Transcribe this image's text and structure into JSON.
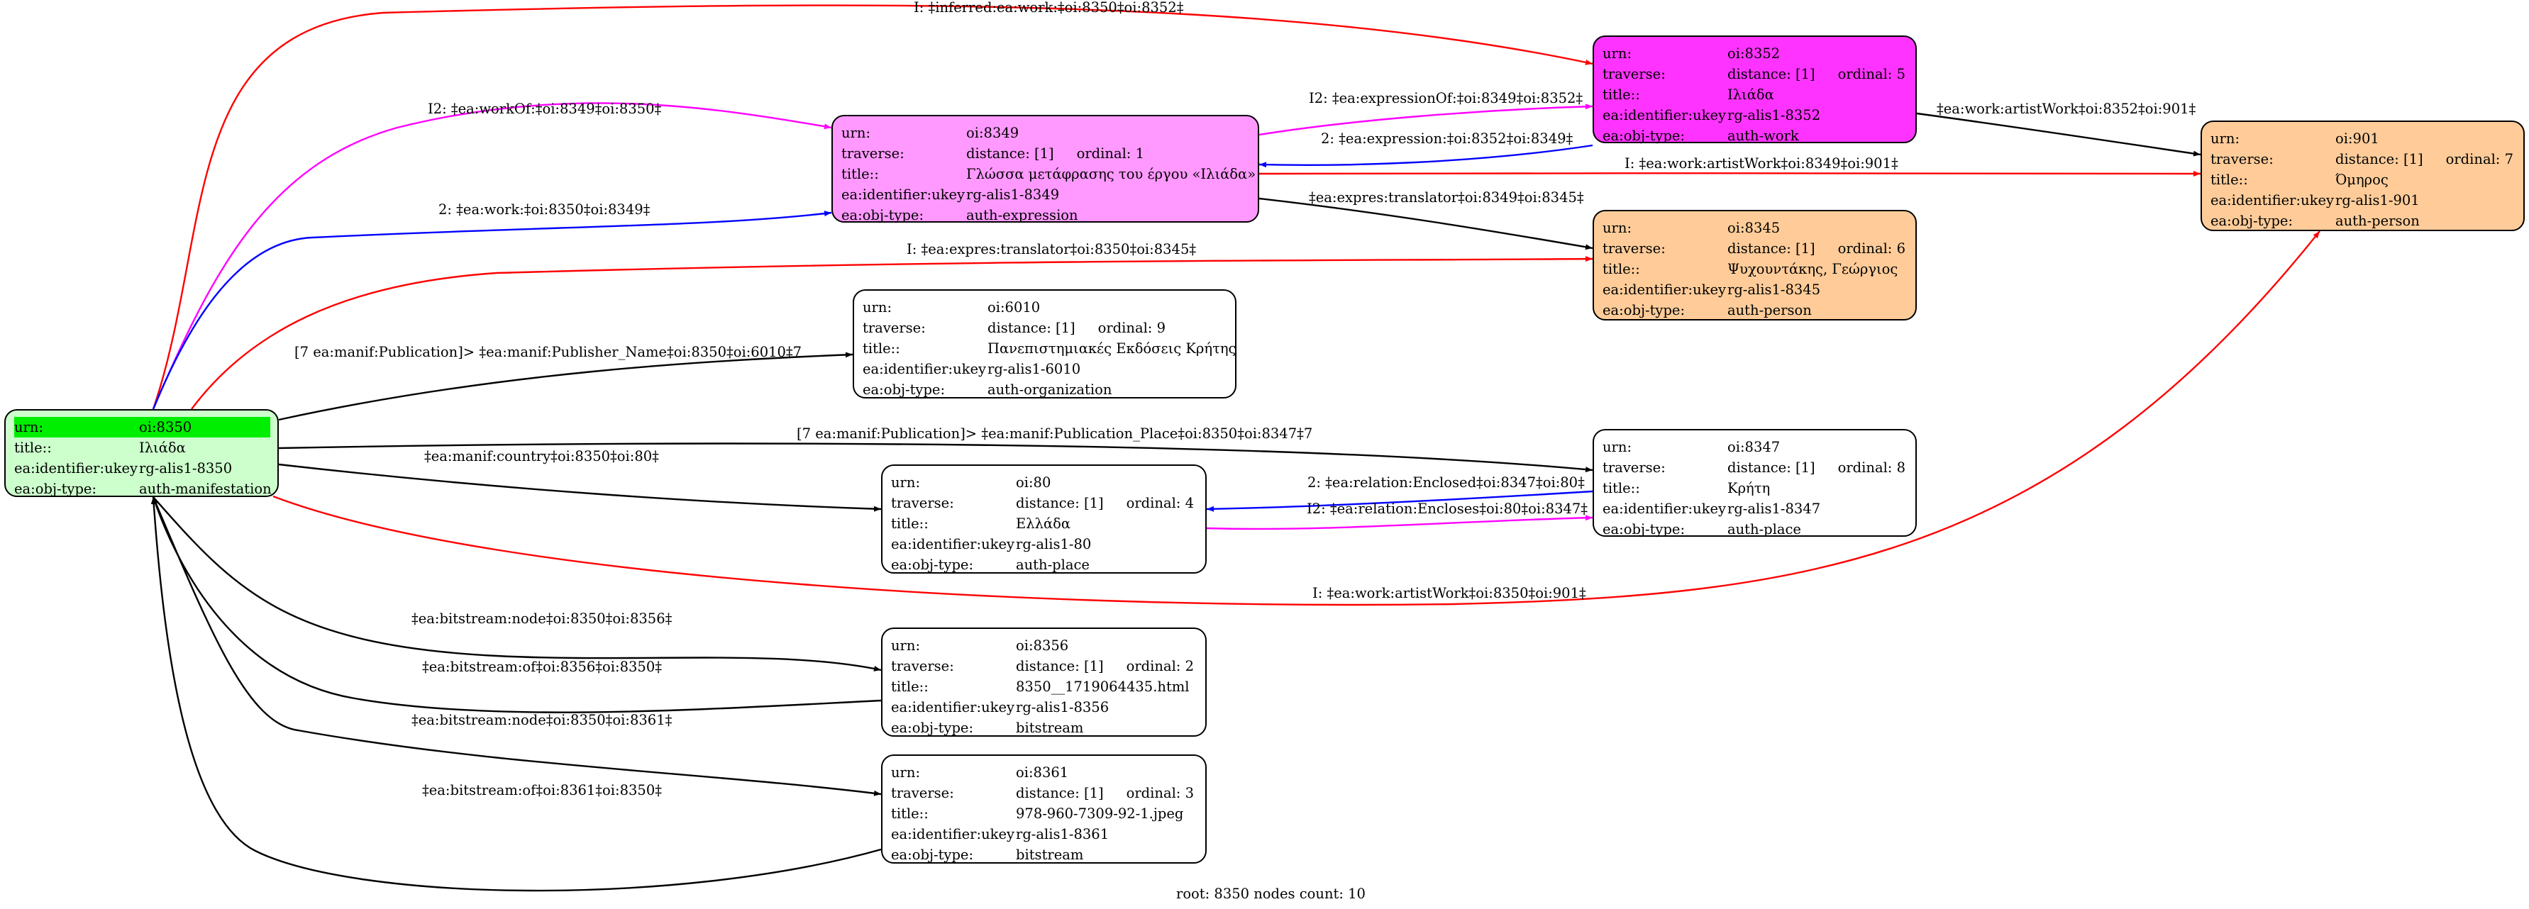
{
  "nodes": {
    "n8350": {
      "color": "#ccffcc",
      "rows": [
        [
          "urn:",
          "oi:8350"
        ],
        [
          "title::",
          "Ιλιάδα"
        ],
        [
          "ea:identifier:ukey",
          "rg-alis1-8350"
        ],
        [
          "ea:obj-type:",
          "auth-manifestation"
        ]
      ]
    },
    "n8349": {
      "color": "#ff99ff",
      "rows": [
        [
          "urn:",
          "oi:8349"
        ],
        [
          "traverse:",
          "distance: [1]",
          "ordinal: 1"
        ],
        [
          "title::",
          "Γλώσσα μετάφρασης του έργου «Ιλιάδα»"
        ],
        [
          "ea:identifier:ukey",
          "rg-alis1-8349"
        ],
        [
          "ea:obj-type:",
          "auth-expression"
        ]
      ]
    },
    "n8352": {
      "color": "#ff33ff",
      "rows": [
        [
          "urn:",
          "oi:8352"
        ],
        [
          "traverse:",
          "distance: [1]",
          "ordinal: 5"
        ],
        [
          "title::",
          "Ιλιάδα"
        ],
        [
          "ea:identifier:ukey",
          "rg-alis1-8352"
        ],
        [
          "ea:obj-type:",
          "auth-work"
        ]
      ]
    },
    "n901": {
      "color": "#ffcc99",
      "rows": [
        [
          "urn:",
          "oi:901"
        ],
        [
          "traverse:",
          "distance: [1]",
          "ordinal: 7"
        ],
        [
          "title::",
          "Όμηρος"
        ],
        [
          "ea:identifier:ukey",
          "rg-alis1-901"
        ],
        [
          "ea:obj-type:",
          "auth-person"
        ]
      ]
    },
    "n8345": {
      "color": "#ffcc99",
      "rows": [
        [
          "urn:",
          "oi:8345"
        ],
        [
          "traverse:",
          "distance: [1]",
          "ordinal: 6"
        ],
        [
          "title::",
          "Ψυχουντάκης, Γεώργιος"
        ],
        [
          "ea:identifier:ukey",
          "rg-alis1-8345"
        ],
        [
          "ea:obj-type:",
          "auth-person"
        ]
      ]
    },
    "n6010": {
      "color": "#ffffff",
      "rows": [
        [
          "urn:",
          "oi:6010"
        ],
        [
          "traverse:",
          "distance: [1]",
          "ordinal: 9"
        ],
        [
          "title::",
          "Πανεπιστημιακές Εκδόσεις Κρήτης"
        ],
        [
          "ea:identifier:ukey",
          "rg-alis1-6010"
        ],
        [
          "ea:obj-type:",
          "auth-organization"
        ]
      ]
    },
    "n8347": {
      "color": "#ffffff",
      "rows": [
        [
          "urn:",
          "oi:8347"
        ],
        [
          "traverse:",
          "distance: [1]",
          "ordinal: 8"
        ],
        [
          "title::",
          "Κρήτη"
        ],
        [
          "ea:identifier:ukey",
          "rg-alis1-8347"
        ],
        [
          "ea:obj-type:",
          "auth-place"
        ]
      ]
    },
    "n80": {
      "color": "#ffffff",
      "rows": [
        [
          "urn:",
          "oi:80"
        ],
        [
          "traverse:",
          "distance: [1]",
          "ordinal: 4"
        ],
        [
          "title::",
          "Ελλάδα"
        ],
        [
          "ea:identifier:ukey",
          "rg-alis1-80"
        ],
        [
          "ea:obj-type:",
          "auth-place"
        ]
      ]
    },
    "n8356": {
      "color": "#ffffff",
      "rows": [
        [
          "urn:",
          "oi:8356"
        ],
        [
          "traverse:",
          "distance: [1]",
          "ordinal: 2"
        ],
        [
          "title::",
          "8350__1719064435.html"
        ],
        [
          "ea:identifier:ukey",
          "rg-alis1-8356"
        ],
        [
          "ea:obj-type:",
          "bitstream"
        ]
      ]
    },
    "n8361": {
      "color": "#ffffff",
      "rows": [
        [
          "urn:",
          "oi:8361"
        ],
        [
          "traverse:",
          "distance: [1]",
          "ordinal: 3"
        ],
        [
          "title::",
          "978-960-7309-92-1.jpeg"
        ],
        [
          "ea:identifier:ukey",
          "rg-alis1-8361"
        ],
        [
          "ea:obj-type:",
          "bitstream"
        ]
      ]
    }
  },
  "root_highlight_color": "#00ee00",
  "edges": [
    {
      "id": "e1",
      "label": "I: ‡inferred:ea:work:‡oi:8350‡oi:8352‡",
      "color": "#ff0000"
    },
    {
      "id": "e2",
      "label": "I2: ‡ea:workOf:‡oi:8349‡oi:8350‡",
      "color": "#ff00ff"
    },
    {
      "id": "e3",
      "label": "2: ‡ea:work:‡oi:8350‡oi:8349‡",
      "color": "#0000ff"
    },
    {
      "id": "e4",
      "label": "I2: ‡ea:expressionOf:‡oi:8349‡oi:8352‡",
      "color": "#ff00ff"
    },
    {
      "id": "e5",
      "label": "2: ‡ea:expression:‡oi:8352‡oi:8349‡",
      "color": "#0000ff"
    },
    {
      "id": "e6",
      "label": "‡ea:work:artistWork‡oi:8352‡oi:901‡",
      "color": "#000000"
    },
    {
      "id": "e7",
      "label": "I: ‡ea:work:artistWork‡oi:8349‡oi:901‡",
      "color": "#ff0000"
    },
    {
      "id": "e8",
      "label": "‡ea:expres:translator‡oi:8349‡oi:8345‡",
      "color": "#000000"
    },
    {
      "id": "e9",
      "label": "I: ‡ea:expres:translator‡oi:8350‡oi:8345‡",
      "color": "#ff0000"
    },
    {
      "id": "e10",
      "label": "[7 ea:manif:Publication]> ‡ea:manif:Publisher_Name‡oi:8350‡oi:6010‡7",
      "color": "#000000"
    },
    {
      "id": "e11",
      "label": "[7 ea:manif:Publication]> ‡ea:manif:Publication_Place‡oi:8350‡oi:8347‡7",
      "color": "#000000"
    },
    {
      "id": "e12",
      "label": "‡ea:manif:country‡oi:8350‡oi:80‡",
      "color": "#000000"
    },
    {
      "id": "e13",
      "label": "2: ‡ea:relation:Enclosed‡oi:8347‡oi:80‡",
      "color": "#0000ff"
    },
    {
      "id": "e14",
      "label": "I2: ‡ea:relation:Encloses‡oi:80‡oi:8347‡",
      "color": "#ff00ff"
    },
    {
      "id": "e15",
      "label": "I: ‡ea:work:artistWork‡oi:8350‡oi:901‡",
      "color": "#ff0000"
    },
    {
      "id": "e16",
      "label": "‡ea:bitstream:node‡oi:8350‡oi:8356‡",
      "color": "#000000"
    },
    {
      "id": "e17",
      "label": "‡ea:bitstream:of‡oi:8356‡oi:8350‡",
      "color": "#000000"
    },
    {
      "id": "e18",
      "label": "‡ea:bitstream:node‡oi:8350‡oi:8361‡",
      "color": "#000000"
    },
    {
      "id": "e19",
      "label": "‡ea:bitstream:of‡oi:8361‡oi:8350‡",
      "color": "#000000"
    }
  ],
  "caption": "root: 8350 nodes count: 10"
}
